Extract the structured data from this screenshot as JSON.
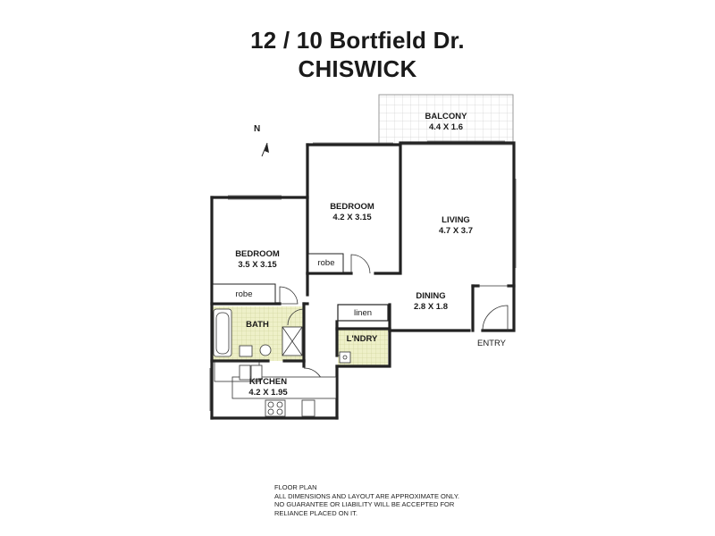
{
  "header": {
    "address": "12 / 10 Bortfield Dr.",
    "suburb": "CHISWICK"
  },
  "compass": {
    "label": "N"
  },
  "rooms": {
    "balcony": {
      "name": "BALCONY",
      "dims": "4.4 X 1.6"
    },
    "bedroom_main": {
      "name": "BEDROOM",
      "dims": "4.2 X 3.15"
    },
    "living": {
      "name": "LIVING",
      "dims": "4.7 X 3.7"
    },
    "bedroom_second": {
      "name": "BEDROOM",
      "dims": "3.5 X 3.15"
    },
    "robe_main": {
      "name": "robe"
    },
    "robe_second": {
      "name": "robe"
    },
    "dining": {
      "name": "DINING",
      "dims": "2.8 X 1.8"
    },
    "linen": {
      "name": "linen"
    },
    "bath": {
      "name": "BATH"
    },
    "laundry": {
      "name": "L'NDRY"
    },
    "entry": {
      "name": "ENTRY"
    },
    "kitchen": {
      "name": "KITCHEN",
      "dims": "4.2 X 1.95"
    }
  },
  "footer": {
    "lines": [
      "FLOOR PLAN",
      "ALL DIMENSIONS AND LAYOUT ARE APPROXIMATE ONLY.",
      "NO GUARANTEE OR LIABILITY WILL BE ACCEPTED FOR",
      "RELIANCE PLACED ON IT."
    ]
  },
  "colors": {
    "wall": "#222222",
    "tile": "#eef0c8",
    "balcony_grid": "#cfcfcf"
  }
}
